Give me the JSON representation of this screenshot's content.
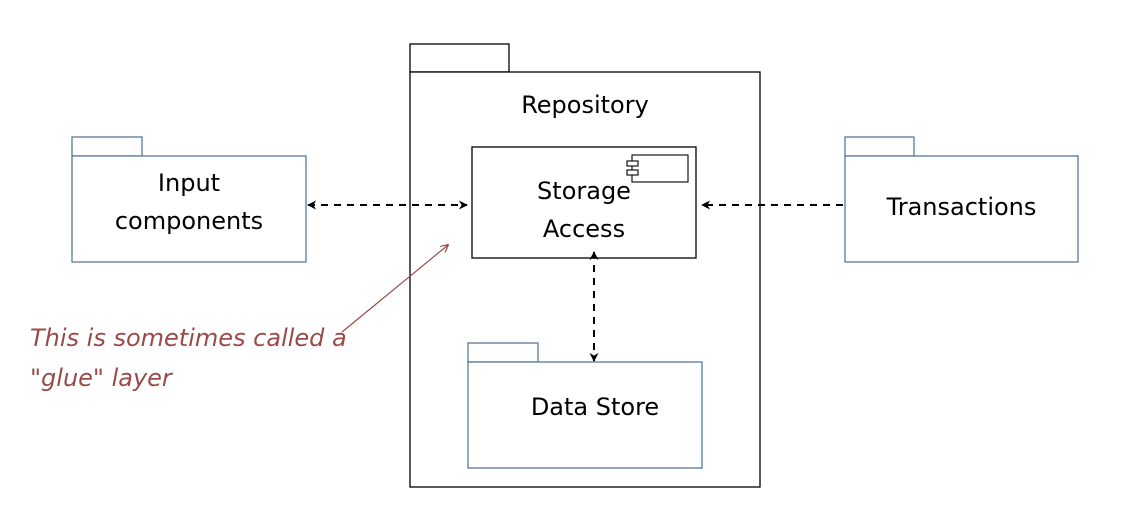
{
  "diagram": {
    "repository": {
      "label": "Repository"
    },
    "storage_access": {
      "line1": "Storage",
      "line2": "Access"
    },
    "input_components": {
      "line1": "Input",
      "line2": "components"
    },
    "transactions": {
      "label": "Transactions"
    },
    "data_store": {
      "label": "Data Store"
    },
    "annotation": {
      "line1": "This is sometimes called a",
      "line2": "\"glue\" layer"
    }
  },
  "colors": {
    "package_stroke": "#4a6d96",
    "repository_stroke": "#000000",
    "annotation_text": "#9a4a48",
    "connector": "#000000"
  }
}
